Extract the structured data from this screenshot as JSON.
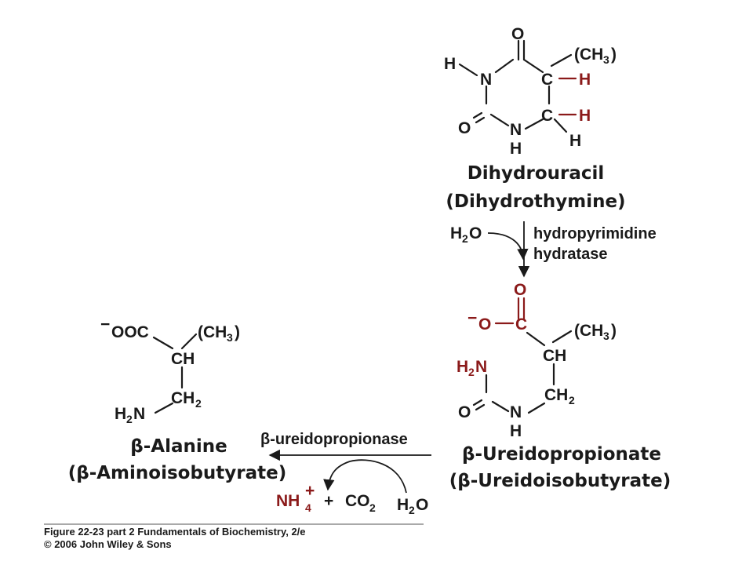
{
  "colors": {
    "ink": "#1a1a1a",
    "highlight": "#8b1a1a",
    "background": "#ffffff"
  },
  "atoms": {
    "O": "O",
    "N": "N",
    "H": "H",
    "C": "C",
    "CH": "CH",
    "CH2": "CH",
    "two": "2",
    "three": "3",
    "CH3_open": "(CH",
    "CH3_close": ")",
    "H2": "H",
    "OOC": "OOC",
    "minus": "−",
    "NH4": "NH",
    "four": "4",
    "plus": "+",
    "plus_sign": "+",
    "CO2": "CO"
  },
  "compounds": {
    "dihydrouracil": {
      "name": "Dihydrouracil",
      "alt_name": "(Dihydrothymine)"
    },
    "ureidopropionate": {
      "name": "β-Ureidopropionate",
      "alt_name": "(β-Ureidoisobutyrate)"
    },
    "alanine": {
      "name": "β-Alanine",
      "alt_name": "(β-Aminoisobutyrate)"
    }
  },
  "reactions": {
    "step1": {
      "enzyme_line1": "hydropyrimidine",
      "enzyme_line2": "hydratase",
      "reactant": "H2O"
    },
    "step2": {
      "enzyme": "β-ureidopropionase",
      "reactant": "H2O",
      "products": [
        "NH4+",
        "CO2"
      ]
    }
  },
  "caption": {
    "line1": "Figure 22-23 part 2  Fundamentals of Biochemistry, 2/e",
    "line2": "© 2006 John Wiley & Sons"
  }
}
